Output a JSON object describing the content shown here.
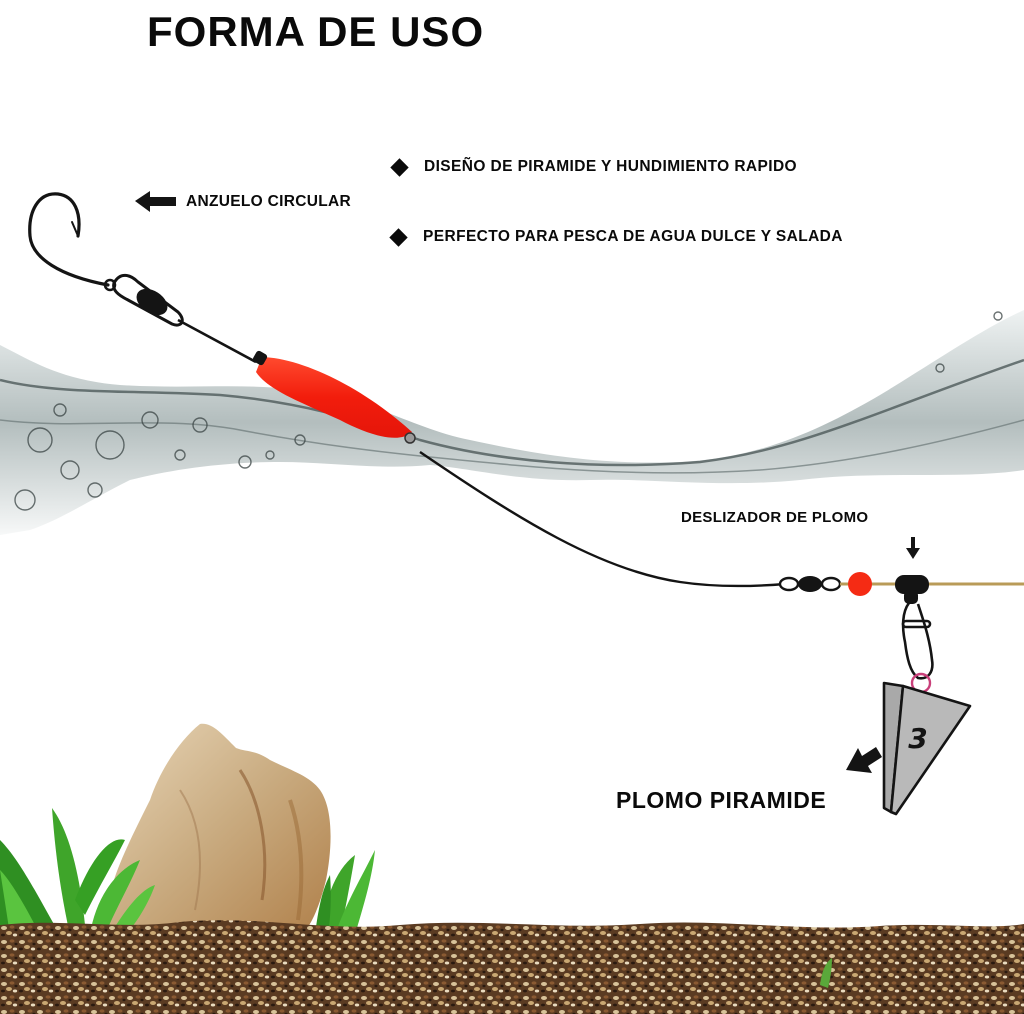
{
  "title": "FORMA DE USO",
  "features": [
    {
      "icon": "diamond-bullet-icon",
      "text": "DISEÑO DE PIRAMIDE Y HUNDIMIENTO RAPIDO"
    },
    {
      "icon": "diamond-bullet-icon",
      "text": "PERFECTO PARA PESCA DE AGUA DULCE Y SALADA"
    }
  ],
  "callouts": {
    "hook": "ANZUELO CIRCULAR",
    "slider": "DESLIZADOR DE PLOMO",
    "sinker": "PLOMO PIRAMIDE"
  },
  "sinker_weight_number": "3",
  "colors": {
    "float_red": "#f21d0c",
    "bead_red": "#f52b14",
    "main_line_gold": "#b99b58",
    "sinker_gray": "#b9b9b9",
    "split_ring_pink": "#c9407a",
    "plant_green": "#3fa52a",
    "rock_tan": "#c9ab80",
    "gravel_brown": "#6b4a2c"
  }
}
